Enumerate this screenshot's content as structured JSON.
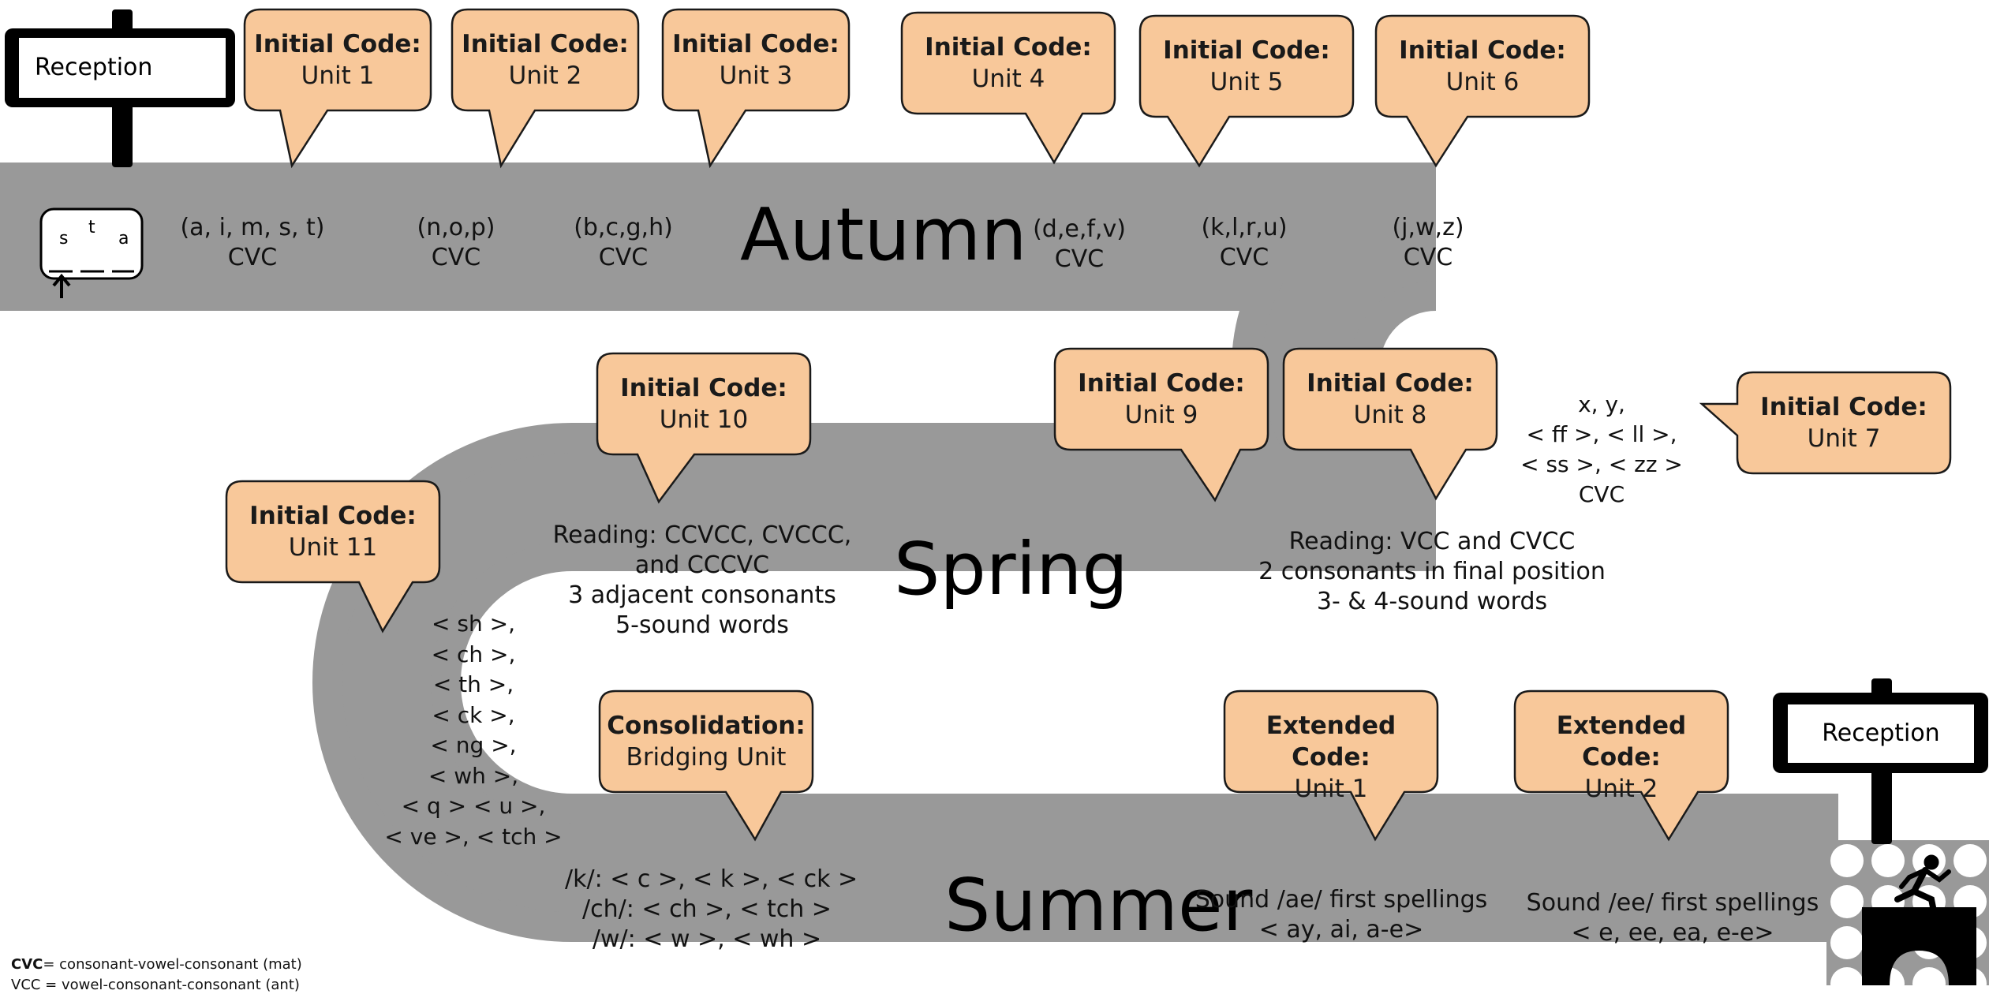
{
  "signs": {
    "start": "Reception",
    "end": "Reception"
  },
  "seasons": {
    "autumn": "Autumn",
    "spring": "Spring",
    "summer": "Summer"
  },
  "bubbles": {
    "u1": {
      "title": "Initial Code:",
      "sub": "Unit 1"
    },
    "u2": {
      "title": "Initial Code:",
      "sub": "Unit 2"
    },
    "u3": {
      "title": "Initial Code:",
      "sub": "Unit 3"
    },
    "u4": {
      "title": "Initial Code:",
      "sub": "Unit 4"
    },
    "u5": {
      "title": "Initial Code:",
      "sub": "Unit 5"
    },
    "u6": {
      "title": "Initial Code:",
      "sub": "Unit 6"
    },
    "u7": {
      "title": "Initial Code:",
      "sub": "Unit 7"
    },
    "u8": {
      "title": "Initial Code:",
      "sub": "Unit 8"
    },
    "u9": {
      "title": "Initial Code:",
      "sub": "Unit 9"
    },
    "u10": {
      "title": "Initial Code:",
      "sub": "Unit 10"
    },
    "u11": {
      "title": "Initial Code:",
      "sub": "Unit 11"
    },
    "bridging": {
      "title": "Consolidation:",
      "sub": "Bridging Unit"
    },
    "ext1": {
      "title": "Extended Code:",
      "sub": "Unit 1"
    },
    "ext2": {
      "title": "Extended Code:",
      "sub": "Unit 2"
    }
  },
  "road_text": {
    "u1": [
      "(a, i, m, s, t)",
      "CVC"
    ],
    "u2": [
      "(n,o,p)",
      "CVC"
    ],
    "u3": [
      "(b,c,g,h)",
      "CVC"
    ],
    "u4": [
      "(d,e,f,v)",
      "CVC"
    ],
    "u5": [
      "(k,l,r,u)",
      "CVC"
    ],
    "u6": [
      "(j,w,z)",
      "CVC"
    ],
    "u7": [
      "x, y,",
      "< ff >, < ll >,",
      "< ss >, < zz >",
      "CVC"
    ],
    "u8": [
      "Reading: VCC and CVCC",
      "2 consonants in final position",
      "3- & 4-sound words"
    ],
    "u10": [
      "Reading: CCVCC, CVCCC,",
      "and CCCVC",
      "3 adjacent consonants",
      "5-sound words"
    ],
    "u11": [
      "< sh >,",
      "< ch >,",
      "< th >,",
      "< ck >,",
      "< ng >,",
      "< wh >,",
      "< q > < u >,",
      "< ve >, < tch >"
    ],
    "bridging": [
      "/k/: < c >, < k >, < ck >",
      "/ch/: < ch >, < tch >",
      "/w/: < w >, < wh >"
    ],
    "ext1": [
      "Sound /ae/ first spellings",
      "< ay, ai, a-e>"
    ],
    "ext2": [
      "Sound /ee/ first spellings",
      "< e, ee, ea, e-e>"
    ]
  },
  "sat_card": {
    "letters": [
      "s",
      "t",
      "a"
    ]
  },
  "legend": {
    "cvc_term": "CVC",
    "cvc_def": "= consonant-vowel-consonant (mat)",
    "vcc_line": "VCC = vowel-consonant-consonant (ant)"
  },
  "colors": {
    "road": "#999999",
    "dash": "#ffffff",
    "bubble_fill": "#f8c89a",
    "bubble_stroke": "#1a1a1a"
  }
}
